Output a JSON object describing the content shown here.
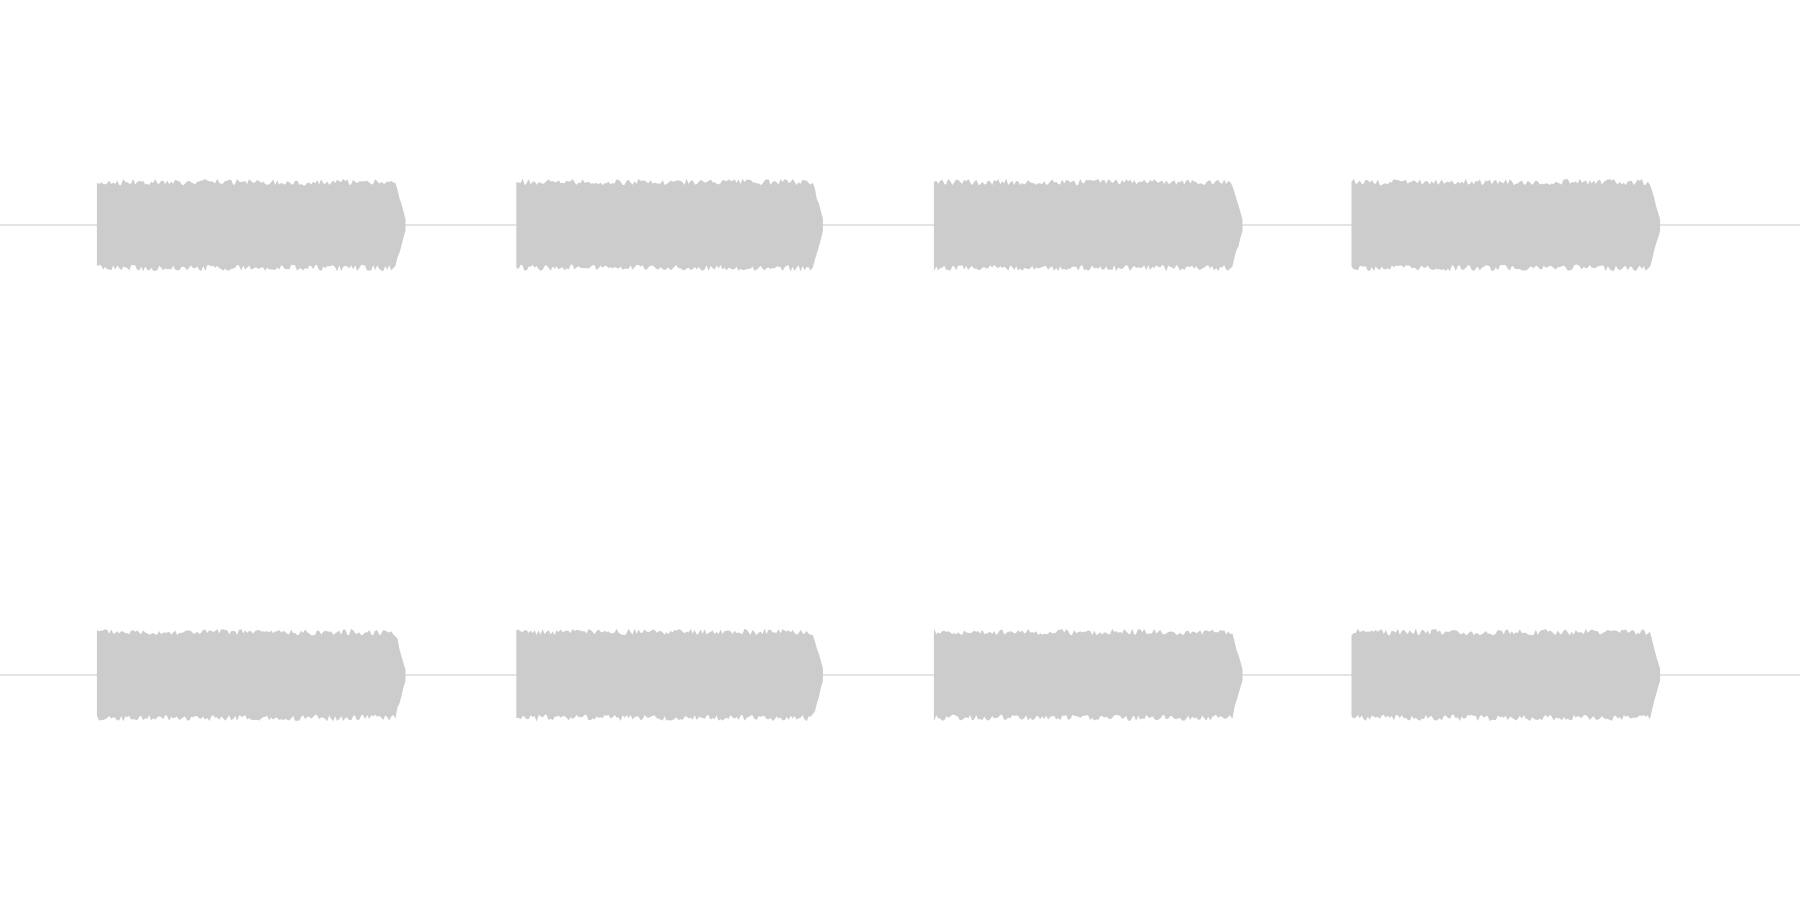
{
  "chart_data": {
    "type": "area",
    "title": "",
    "xlabel": "",
    "ylabel": "",
    "grid": false,
    "legend": "none",
    "colors": {
      "background": "#ffffff",
      "waveform": "#cccccc",
      "baseline": "#c8c8c8"
    },
    "amplitude_range": [
      -1,
      1
    ],
    "time_range": [
      0,
      1
    ],
    "bursts": [
      {
        "start": 0.054,
        "end": 0.226,
        "amplitude": 0.95
      },
      {
        "start": 0.287,
        "end": 0.458,
        "amplitude": 0.95
      },
      {
        "start": 0.519,
        "end": 0.691,
        "amplitude": 0.95
      },
      {
        "start": 0.751,
        "end": 0.923,
        "amplitude": 0.95
      }
    ],
    "series": [
      {
        "channel": 1
      },
      {
        "channel": 2
      }
    ]
  }
}
